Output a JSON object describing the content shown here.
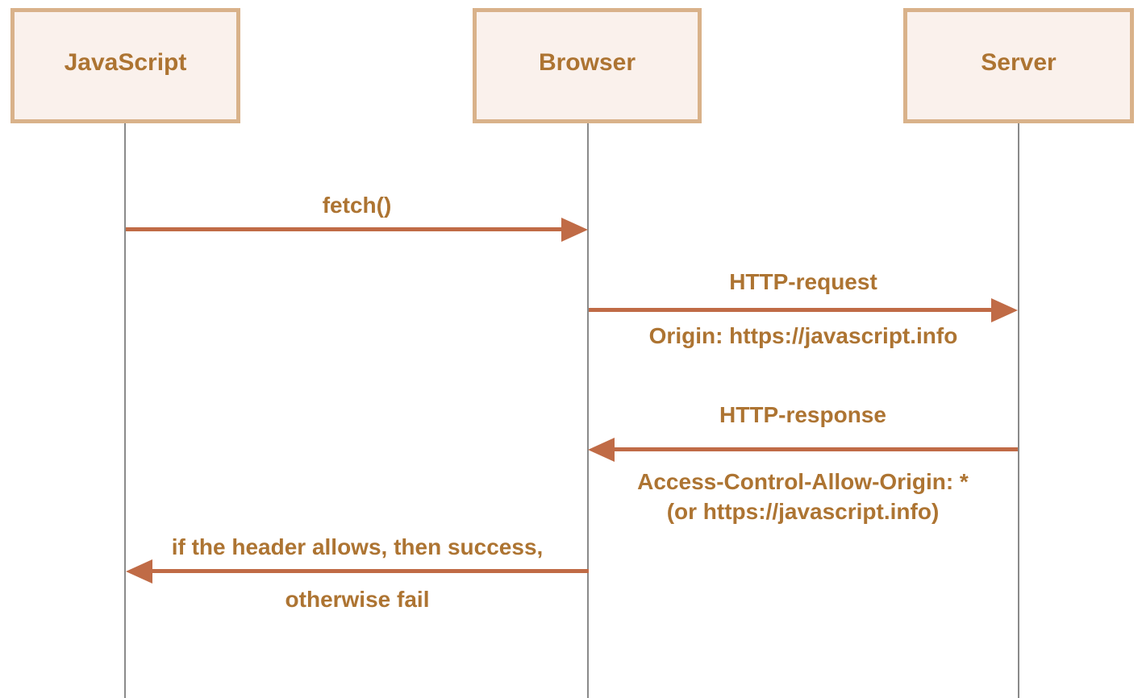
{
  "diagram": {
    "type": "sequence-diagram",
    "topic": "CORS fetch request flow",
    "colors": {
      "background": "#ffffff",
      "actor_border": "#d9b28a",
      "actor_fill": "#faf1ec",
      "text": "#ad7432",
      "arrow": "#c06b46",
      "lifeline": "#8a8a8a"
    },
    "actors": [
      {
        "id": "javascript",
        "label": "JavaScript"
      },
      {
        "id": "browser",
        "label": "Browser"
      },
      {
        "id": "server",
        "label": "Server"
      }
    ],
    "messages": [
      {
        "from": "JavaScript",
        "to": "Browser",
        "direction": "right",
        "label": "fetch()"
      },
      {
        "from": "Browser",
        "to": "Server",
        "direction": "right",
        "label_above": "HTTP-request",
        "label_below": "Origin: https://javascript.info"
      },
      {
        "from": "Server",
        "to": "Browser",
        "direction": "left",
        "label_above": "HTTP-response",
        "label_below_line1": "Access-Control-Allow-Origin: *",
        "label_below_line2": "(or https://javascript.info)"
      },
      {
        "from": "Browser",
        "to": "JavaScript",
        "direction": "left",
        "label_above": "if the header allows, then success,",
        "label_below": "otherwise fail"
      }
    ]
  }
}
